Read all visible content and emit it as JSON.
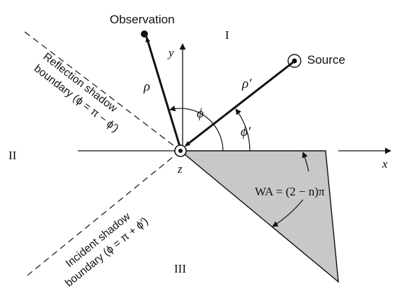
{
  "labels": {
    "observation": "Observation",
    "source": "Source",
    "region_1": "I",
    "region_2": "II",
    "region_3": "III",
    "axis_x": "x",
    "axis_y": "y",
    "axis_z": "z",
    "rho": "ρ",
    "rho_prime": "ρ′",
    "phi": "ϕ",
    "phi_prime": "ϕ′",
    "wedge_angle": "WA = (2 − n)π",
    "reflection_line1": "Reflection shadow",
    "reflection_line2": "boundary (ϕ = π − ϕ′)",
    "incident_line1": "Incident shadow",
    "incident_line2": "boundary (ϕ = π + ϕ′)"
  },
  "colors": {
    "wedge_fill": "#c8c8c8",
    "ink": "#111111"
  }
}
